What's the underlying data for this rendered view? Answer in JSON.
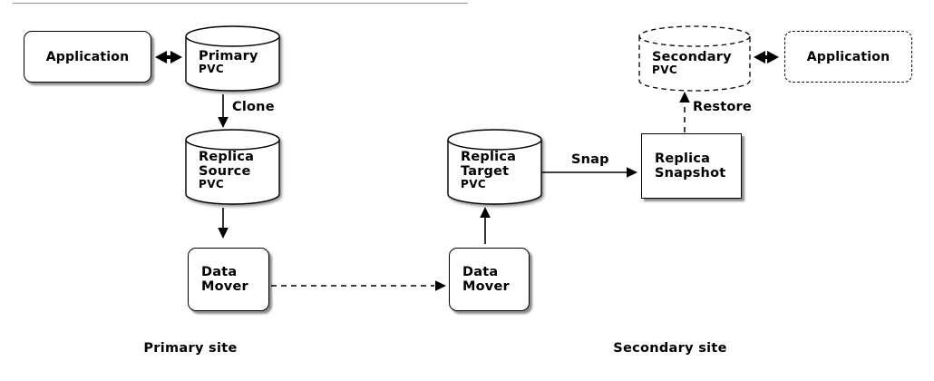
{
  "colors": {
    "stroke": "#000000",
    "fill": "#ffffff",
    "background": "#ffffff",
    "shadow": "#999999"
  },
  "sites": {
    "primary": "Primary site",
    "secondary": "Secondary site"
  },
  "nodes": {
    "app_primary": {
      "label": "Application"
    },
    "primary_pvc": {
      "lines": [
        "Primary",
        "PVC"
      ]
    },
    "replica_source_pvc": {
      "lines": [
        "Replica",
        "Source",
        "PVC"
      ]
    },
    "data_mover_primary": {
      "lines": [
        "Data",
        "Mover"
      ]
    },
    "data_mover_secondary": {
      "lines": [
        "Data",
        "Mover"
      ]
    },
    "replica_target_pvc": {
      "lines": [
        "Replica",
        "Target",
        "PVC"
      ]
    },
    "replica_snapshot": {
      "lines": [
        "Replica",
        "Snapshot"
      ]
    },
    "secondary_pvc": {
      "lines": [
        "Secondary",
        "PVC"
      ]
    },
    "app_secondary": {
      "label": "Application"
    }
  },
  "edges": {
    "clone": "Clone",
    "snap": "Snap",
    "restore": "Restore"
  }
}
